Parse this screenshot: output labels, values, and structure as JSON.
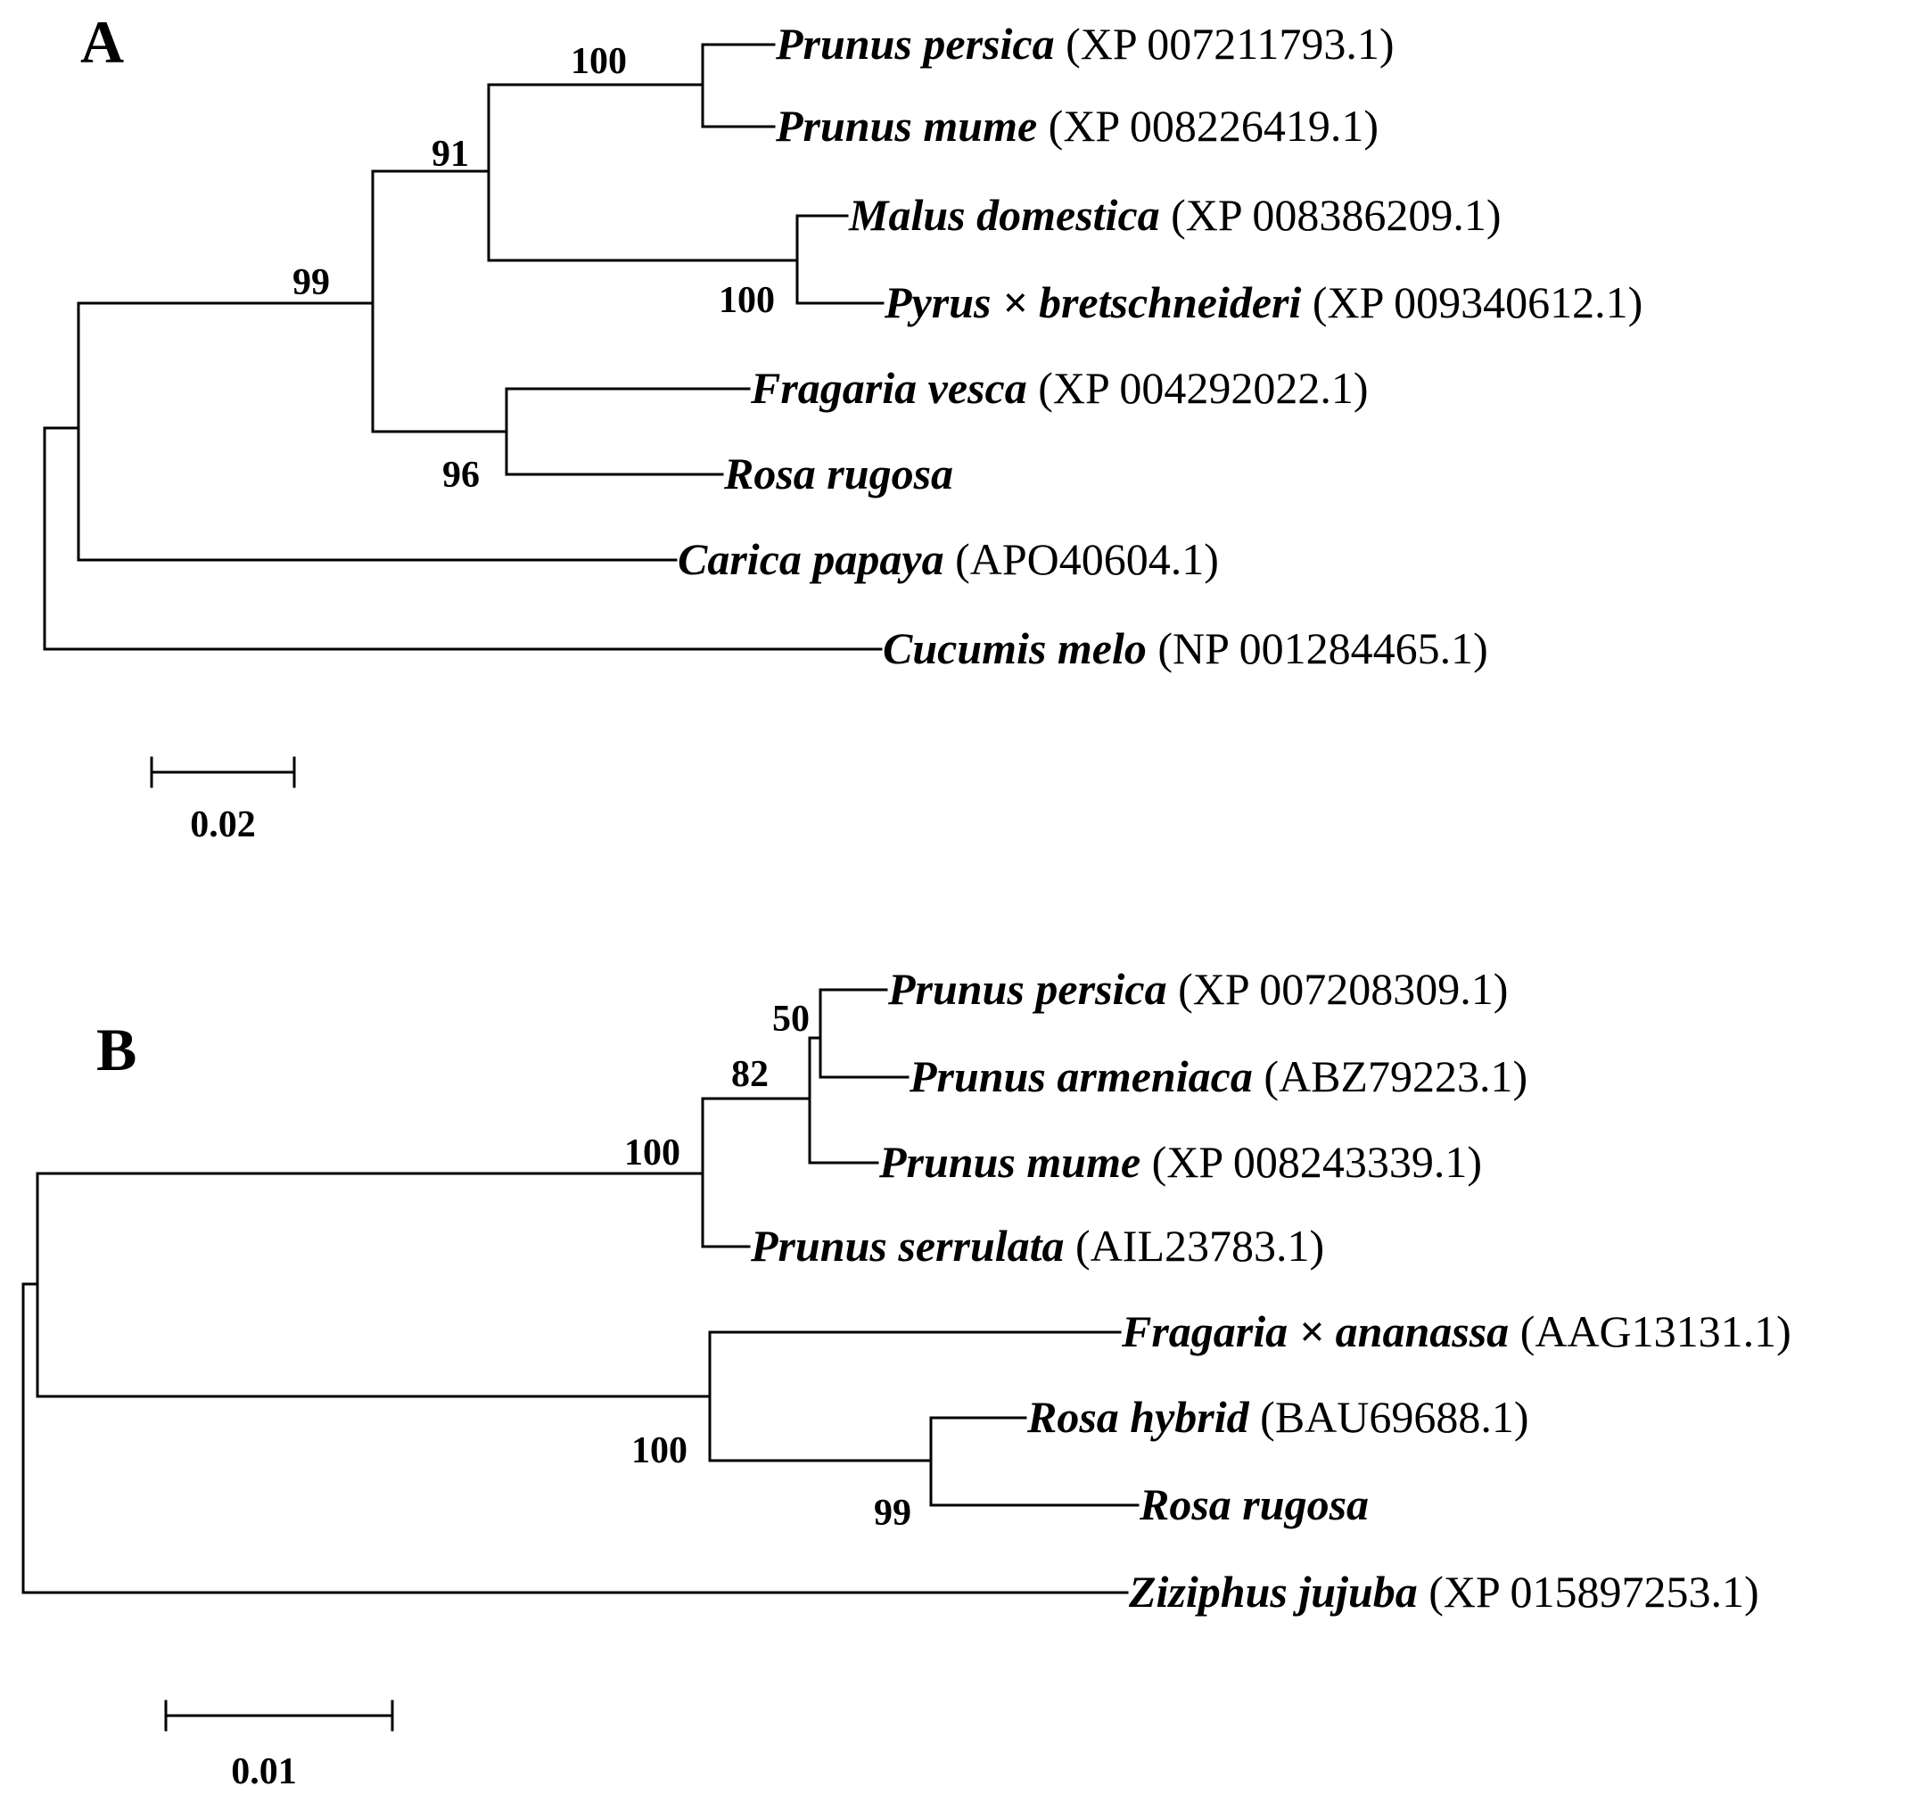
{
  "panel_a": {
    "label": "A",
    "taxa": [
      {
        "species": "Prunus persica",
        "accession": "(XP 007211793.1)"
      },
      {
        "species": "Prunus mume",
        "accession": "(XP 008226419.1)"
      },
      {
        "species": "Malus domestica",
        "accession": "(XP 008386209.1)"
      },
      {
        "species": "Pyrus × bretschneideri",
        "accession": "(XP 009340612.1)"
      },
      {
        "species": "Fragaria vesca",
        "accession": "(XP 004292022.1)"
      },
      {
        "species": "Rosa rugosa",
        "accession": ""
      },
      {
        "species": "Carica papaya",
        "accession": "(APO40604.1)"
      },
      {
        "species": "Cucumis melo",
        "accession": "(NP 001284465.1)"
      }
    ],
    "bootstrap": [
      "100",
      "91",
      "100",
      "99",
      "96"
    ],
    "scale_bar": "0.02"
  },
  "panel_b": {
    "label": "B",
    "taxa": [
      {
        "species": "Prunus persica",
        "accession": "(XP 007208309.1)"
      },
      {
        "species": "Prunus armeniaca",
        "accession": "(ABZ79223.1)"
      },
      {
        "species": "Prunus mume",
        "accession": "(XP 008243339.1)"
      },
      {
        "species": "Prunus serrulata",
        "accession": "(AIL23783.1)"
      },
      {
        "species": "Fragaria × ananassa",
        "accession": "(AAG13131.1)"
      },
      {
        "species": "Rosa hybrid",
        "accession": "(BAU69688.1)"
      },
      {
        "species": "Rosa rugosa",
        "accession": ""
      },
      {
        "species": "Ziziphus jujuba",
        "accession": "(XP 015897253.1)"
      }
    ],
    "bootstrap": [
      "50",
      "82",
      "100",
      "100",
      "99"
    ],
    "scale_bar": "0.01"
  }
}
